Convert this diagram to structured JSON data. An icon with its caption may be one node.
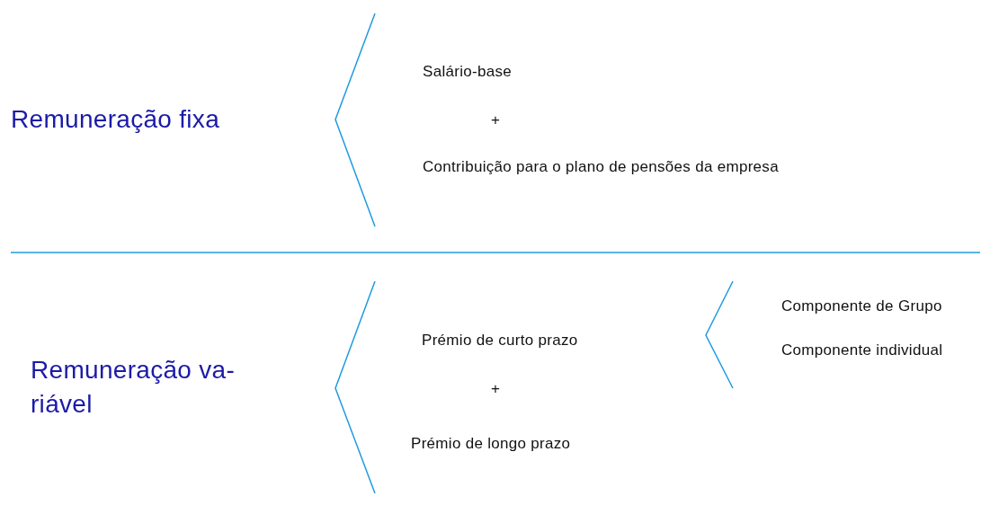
{
  "diagram": {
    "labels": [
      "Remuneração fixa",
      "Salário-base",
      "+",
      "Contribuição para o plano de pensões da empresa",
      "Componente de Grupo",
      "Remuneração va- riável",
      "Prémio de curto prazo",
      "Componente individual",
      "+",
      "Prémio de longo prazo"
    ]
  }
}
